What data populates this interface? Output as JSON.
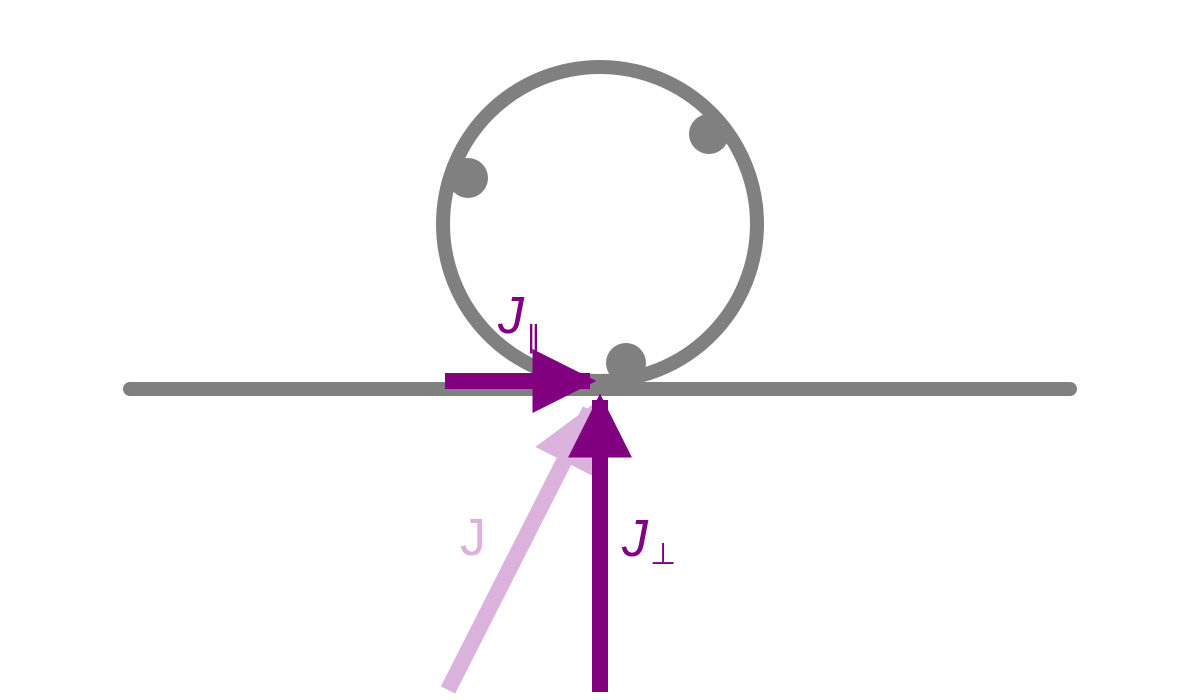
{
  "colors": {
    "gray": "#808080",
    "purple": "#800080",
    "light_purple": "#dab2dc",
    "background": "#ffffff"
  },
  "labels": {
    "j_parallel": {
      "main": "J",
      "sub": "∥"
    },
    "j_perp": {
      "main": "J",
      "sub": "⊥"
    },
    "j": "J"
  }
}
